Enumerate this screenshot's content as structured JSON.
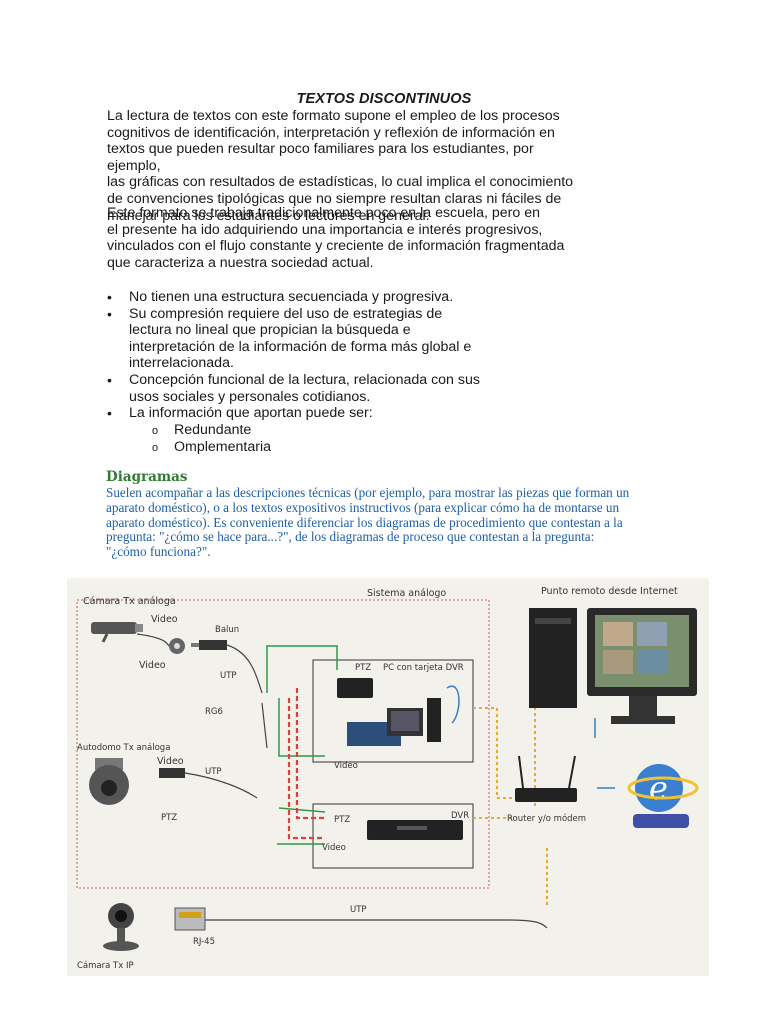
{
  "document": {
    "title": "TEXTOS DISCONTINUOS",
    "paragraph1": "La lectura de textos con este formato supone el empleo de los procesos\ncognitivos de identificación, interpretación y reflexión de información en\ntextos que pueden resultar poco familiares para los estudiantes, por ejemplo,\nlas gráficas con resultados de estadísticas, lo cual implica el conocimiento\nde convenciones tipológicas que no siempre resultan claras ni fáciles de\nmanejar para los estudiantes o lectores en general.",
    "paragraph2": "Este formato se trabaja tradicionalmente poco en la escuela, pero en\nel presente ha ido adquiriendo una importancia e interés progresivos,\nvinculados con el flujo constante y creciente de información fragmentada\nque caracteriza a nuestra sociedad actual.",
    "bullets": [
      "No tienen una estructura secuenciada y progresiva.",
      "Su compresión requiere del uso de estrategias de\nlectura no lineal que propician la búsqueda e\ninterpretación de la información de forma más global e\ninterrelacionada.",
      "Concepción funcional de la lectura, relacionada con sus\nusos sociales y personales cotidianos.",
      "La información que aportan puede ser:"
    ],
    "sub_bullets": [
      "Redundante",
      "Omplementaria"
    ],
    "diagram_heading": "Diagramas",
    "diagram_text": "Suelen acompañar a las descripciones técnicas (por ejemplo, para mostrar las piezas que forman un\naparato doméstico), o a los textos expositivos instructivos (para explicar cómo ha de montarse un\naparato doméstico). Es conveniente diferenciar los diagramas de procedimiento que contestan a la\npregunta: \"¿cómo se hace para...?\", de los diagramas de proceso que contestan a la pregunta:\n\"¿cómo funciona?\"."
  },
  "figure": {
    "labels": {
      "camara_analoga": "Cámara Tx análoga",
      "sistema_analogo": "Sistema análogo",
      "punto_remoto": "Punto remoto desde Internet",
      "video1": "Video",
      "balun": "Balun",
      "video2": "Video",
      "utp1": "UTP",
      "ptz1": "PTZ",
      "pc_dvr": "PC con tarjeta DVR",
      "rg6": "RG6",
      "autodomo": "Autodomo Tx análoga",
      "video3": "Video",
      "utp2": "UTP",
      "video4": "Video",
      "router": "Router y/o módem",
      "ptz2": "PTZ",
      "ptz3": "PTZ",
      "dvr": "DVR",
      "video5": "Video",
      "utp3": "UTP",
      "rj45": "RJ-45",
      "camara_ip": "Cámara Tx IP"
    }
  }
}
